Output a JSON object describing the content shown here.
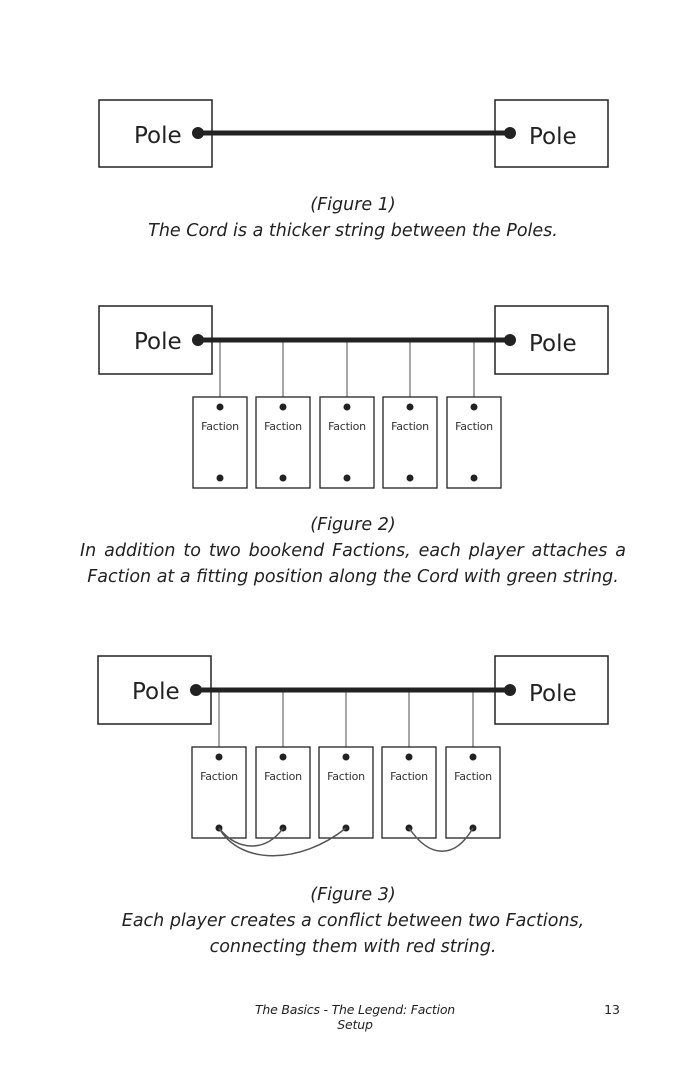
{
  "figure1": {
    "poles": [
      "Pole",
      "Pole"
    ],
    "caption_number": "(Figure 1)",
    "caption_text": "The Cord is a thicker string between the Poles."
  },
  "figure2": {
    "poles": [
      "Pole",
      "Pole"
    ],
    "factions": [
      "Faction",
      "Faction",
      "Faction",
      "Faction",
      "Faction"
    ],
    "caption_number": "(Figure 2)",
    "caption_text": "In addition to two bookend Factions, each player attaches a Faction at a fitting position along the Cord with green string."
  },
  "figure3": {
    "poles": [
      "Pole",
      "Pole"
    ],
    "factions": [
      "Faction",
      "Faction",
      "Faction",
      "Faction",
      "Faction"
    ],
    "caption_number": "(Figure 3)",
    "caption_text": "Each player creates a conflict between two Factions, connecting them with red string."
  },
  "footer": {
    "title": "The Basics - The Legend: Faction Setup",
    "page_number": "13"
  },
  "colors": {
    "ink": "#222222",
    "cord": "#222222",
    "string": "#888888"
  }
}
